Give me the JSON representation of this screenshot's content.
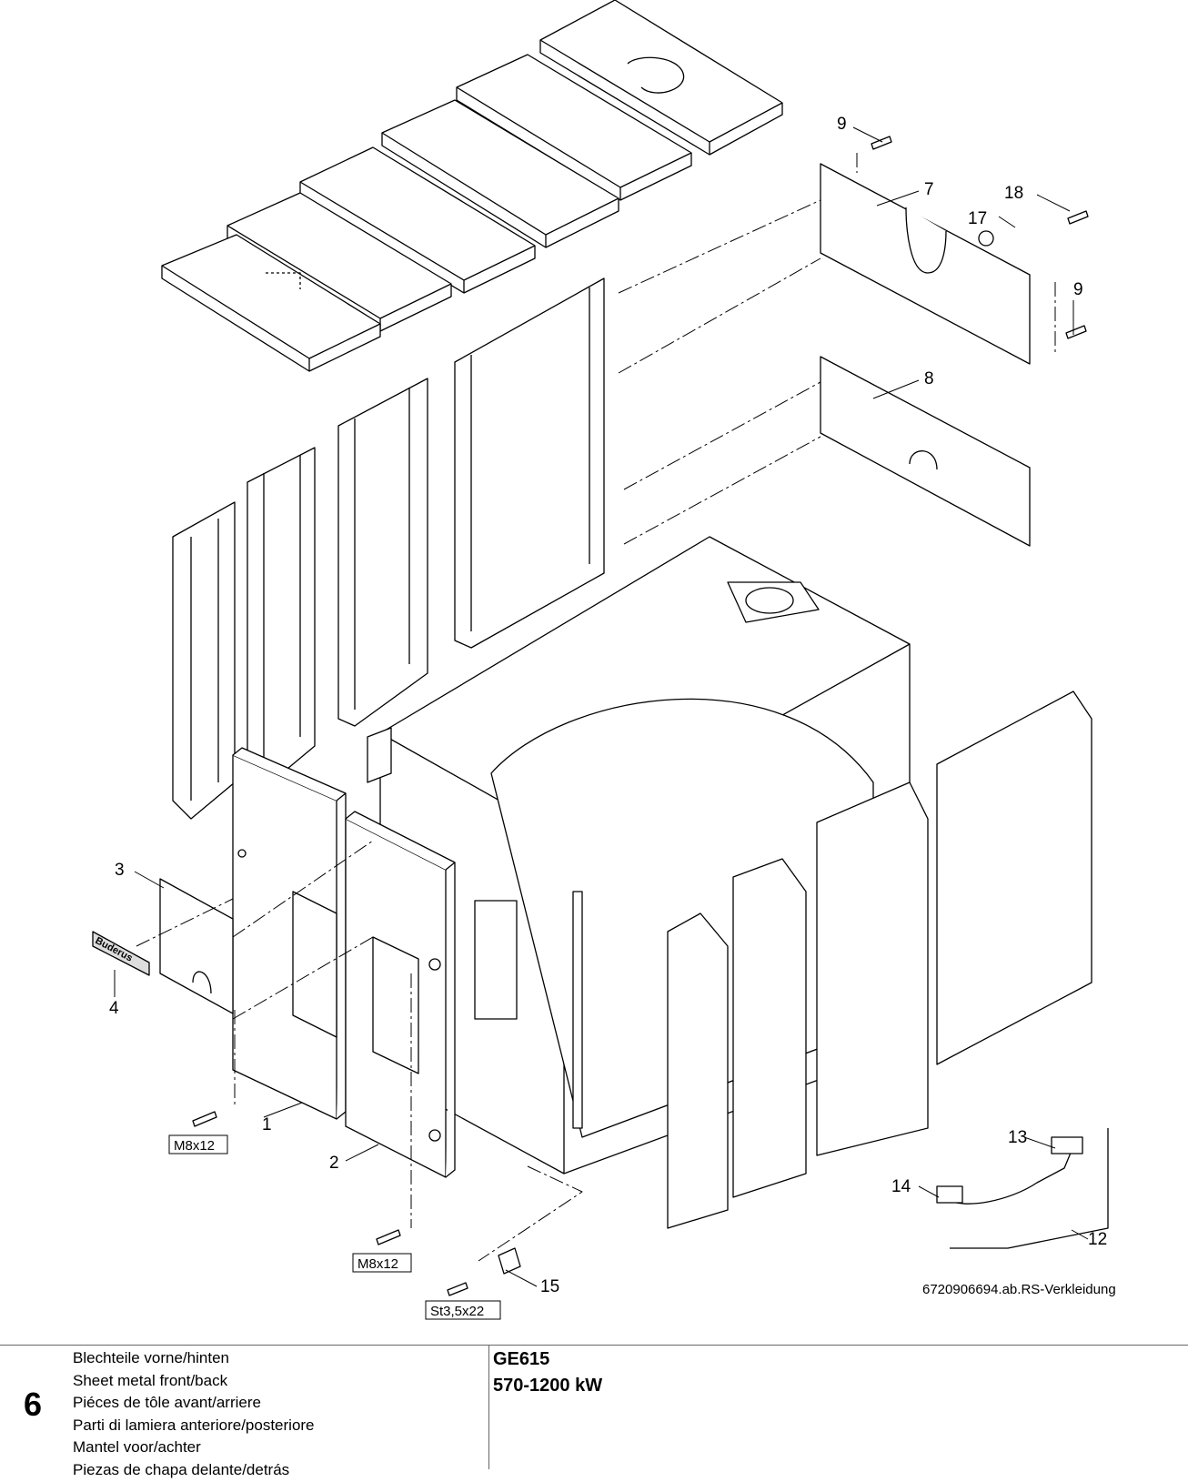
{
  "drawing": {
    "callouts": [
      {
        "id": "1",
        "label": "1"
      },
      {
        "id": "2",
        "label": "2"
      },
      {
        "id": "3",
        "label": "3"
      },
      {
        "id": "4",
        "label": "4"
      },
      {
        "id": "7",
        "label": "7"
      },
      {
        "id": "8",
        "label": "8"
      },
      {
        "id": "9a",
        "label": "9"
      },
      {
        "id": "9b",
        "label": "9"
      },
      {
        "id": "12",
        "label": "12"
      },
      {
        "id": "13",
        "label": "13"
      },
      {
        "id": "14",
        "label": "14"
      },
      {
        "id": "15",
        "label": "15"
      },
      {
        "id": "17",
        "label": "17"
      },
      {
        "id": "18",
        "label": "18"
      }
    ],
    "screw_labels": [
      {
        "id": "m8a",
        "label": "M8x12"
      },
      {
        "id": "m8b",
        "label": "M8x12"
      },
      {
        "id": "st35",
        "label": "St3,5x22"
      }
    ],
    "logo_text": "Buderus",
    "figure_code": "6720906694.ab.RS-Verkleidung"
  },
  "footer": {
    "page_number": "6",
    "titles": [
      "Blechteile vorne/hinten",
      "Sheet metal front/back",
      "Piéces de tôle avant/arriere",
      "Parti di lamiera anteriore/posteriore",
      "Mantel voor/achter",
      "Piezas de chapa delante/detrás"
    ],
    "model": "GE615",
    "power_range": "570-1200 kW"
  }
}
